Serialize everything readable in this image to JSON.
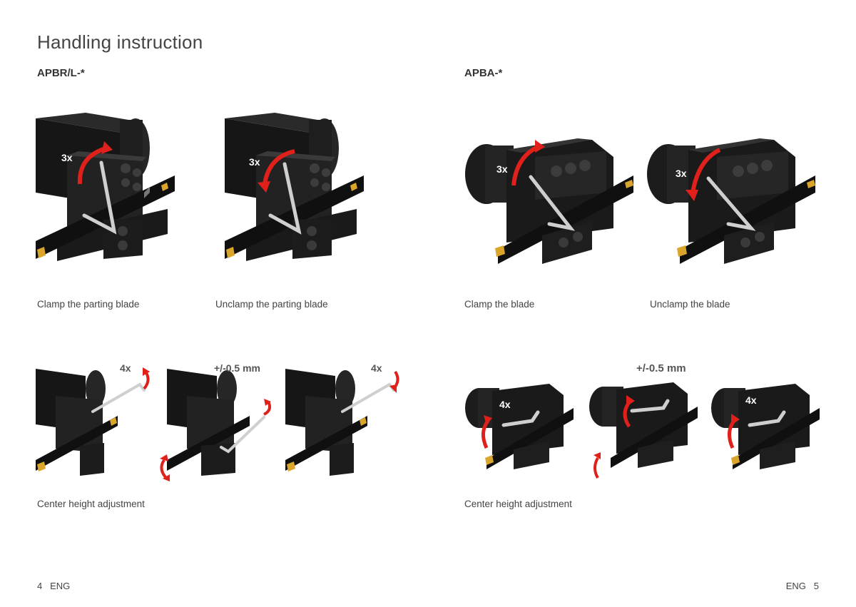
{
  "page": {
    "title": "Handling instruction",
    "footer_left": "4   ENG",
    "footer_right": "ENG   5"
  },
  "left": {
    "heading": "APBR/L-*",
    "captions": {
      "clamp": "Clamp the parting blade",
      "unclamp": "Unclamp the parting blade",
      "center": "Center height adjustment"
    },
    "annotations": {
      "clamp_turns": "3x",
      "unclamp_turns": "3x",
      "adj1": "4x",
      "adj2": "+/-0.5 mm",
      "adj3": "4x"
    }
  },
  "right": {
    "heading": "APBA-*",
    "captions": {
      "clamp": "Clamp the blade",
      "unclamp": "Unclamp the blade",
      "center": "Center height adjustment"
    },
    "annotations": {
      "clamp_turns": "3x",
      "unclamp_turns": "3x",
      "adj1": "4x",
      "adj2": "+/-0.5 mm",
      "adj3": "4x"
    }
  },
  "colors": {
    "body": "#141414",
    "arrow": "#e0201b",
    "insert": "#d9a52a",
    "key": "#bfbfbf"
  }
}
